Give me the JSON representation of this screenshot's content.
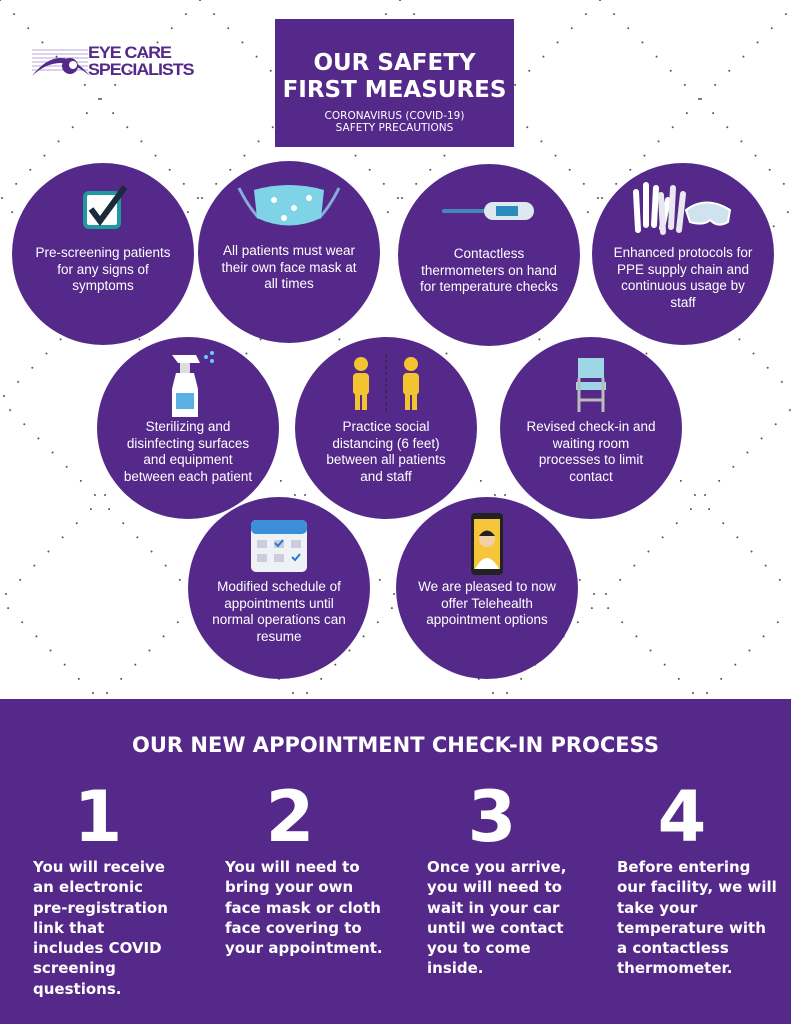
{
  "logo": {
    "line1": "EYE CARE",
    "line2": "SPECIALISTS"
  },
  "header": {
    "title_line1": "OUR SAFETY",
    "title_line2": "FIRST MEASURES",
    "subtitle_line1": "CORONAVIRUS (COVID-19)",
    "subtitle_line2": "SAFETY PRECAUTIONS"
  },
  "colors": {
    "brand": "#54298a",
    "background": "#ffffff"
  },
  "measures": [
    {
      "icon": "checkbox-icon",
      "text": "Pre-screening patients for any signs of symptoms"
    },
    {
      "icon": "face-mask-icon",
      "text": "All patients must wear their own face mask at all times"
    },
    {
      "icon": "thermometer-icon",
      "text": "Contactless thermometers on hand for temperature checks"
    },
    {
      "icon": "gloves-goggles-icon",
      "text": "Enhanced protocols for PPE supply chain and continuous usage by staff"
    },
    {
      "icon": "spray-bottle-icon",
      "text": "Sterilizing and disinfecting surfaces and equipment between each patient"
    },
    {
      "icon": "social-distance-icon",
      "text": "Practice social distancing  (6 feet) between all patients and staff"
    },
    {
      "icon": "chair-icon",
      "text": "Revised check-in and waiting room processes to limit contact"
    },
    {
      "icon": "calendar-icon",
      "text": "Modified schedule of appointments until normal operations can resume"
    },
    {
      "icon": "phone-doctor-icon",
      "text": "We are pleased to now offer Telehealth appointment options"
    }
  ],
  "process": {
    "title": "OUR NEW APPOINTMENT CHECK-IN PROCESS",
    "steps": [
      {
        "num": "1",
        "text": "You will receive an electronic pre-registration link that includes COVID screening questions."
      },
      {
        "num": "2",
        "text": "You will need to bring your own face mask or cloth face covering to your appointment."
      },
      {
        "num": "3",
        "text": "Once you arrive, you will need to wait in your car until we contact you to come inside."
      },
      {
        "num": "4",
        "text": "Before entering our facility, we will take your temperature with a contactless thermometer."
      }
    ]
  }
}
